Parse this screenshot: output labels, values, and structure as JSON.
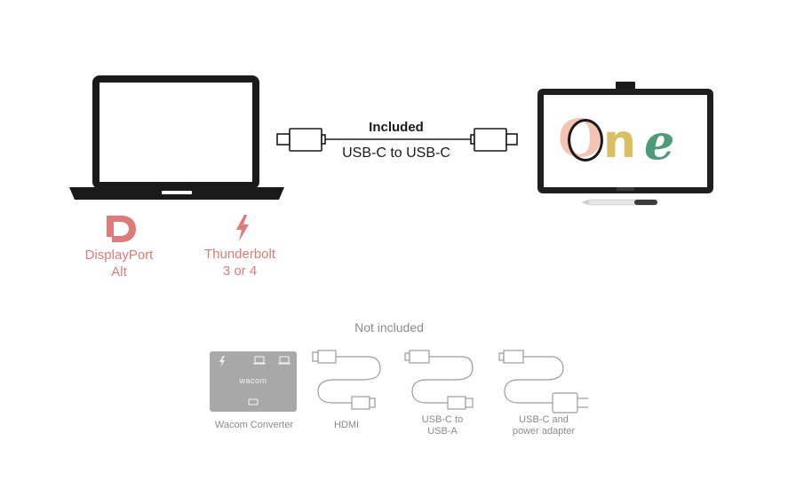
{
  "included": {
    "heading": "Included",
    "cable_label": "USB-C to USB-C"
  },
  "laptop_ports": [
    {
      "line1": "DisplayPort",
      "line2": "Alt",
      "icon": "displayport-icon"
    },
    {
      "line1": "Thunderbolt",
      "line2": "3 or 4",
      "icon": "lightning-icon"
    }
  ],
  "display_logo": {
    "letters": [
      "O",
      "n",
      "e"
    ],
    "colors": [
      "#f2c4b2",
      "#d9bf62",
      "#4b9a7a"
    ]
  },
  "not_included": {
    "heading": "Not included",
    "items": [
      {
        "line1": "Wacom Converter",
        "line2": ""
      },
      {
        "line1": "HDMI",
        "line2": ""
      },
      {
        "line1": "USB-C to",
        "line2": "USB-A"
      },
      {
        "line1": "USB-C and",
        "line2": "power adapter"
      }
    ],
    "converter_wordmark": "wacom"
  },
  "colors": {
    "accent_red": "#e07a78",
    "grey_text": "#8a8a8a",
    "outline_grey": "#9a9a9a",
    "converter_grey": "#a8a8a8"
  }
}
